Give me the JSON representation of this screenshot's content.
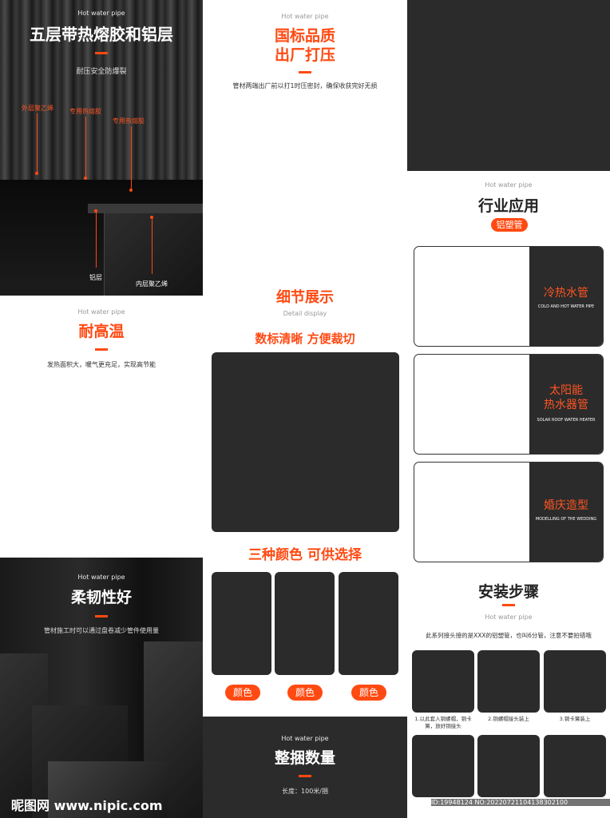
{
  "colors": {
    "accent": "#ff4a12",
    "dark": "#111111",
    "block": "#2b2b2b"
  },
  "p1": {
    "en": "Hot water pipe",
    "title": "五层带热熔胶和铝层",
    "sub": "耐压安全防爆裂",
    "labels": [
      "外层聚乙烯",
      "专用热熔胶",
      "专用热熔胶",
      "铝层",
      "内层聚乙烯"
    ]
  },
  "p2": {
    "en": "Hot water pipe",
    "title": "耐高温",
    "desc": "发热面积大，暖气更充足，实现高节能"
  },
  "p3": {
    "en": "Hot water pipe",
    "title": "柔韧性好",
    "desc": "管材施工时可以通过盘卷减少管件使用量"
  },
  "p4": {
    "en": "Hot water pipe",
    "title_line1": "国标品质",
    "title_line2": "出厂打压",
    "desc": "管材两端出厂前以打1时压密封，确保收获完好无损"
  },
  "p5": {
    "title": "细节展示",
    "en": "Detail display",
    "sub": "数标清晰 方便裁切",
    "colors_title": "三种颜色 可供选择",
    "color_labels": [
      "颜色",
      "颜色",
      "颜色"
    ]
  },
  "p6": {
    "en": "Hot water pipe",
    "title": "整捆数量",
    "desc": "长度：100米/捆"
  },
  "p7": {
    "en": "Hot water pipe",
    "title": "行业应用",
    "pill": "铝塑管",
    "cards": [
      {
        "cn1": "冷热水管",
        "cn2": "",
        "en": "COLD AND HOT WATER PIPE"
      },
      {
        "cn1": "太阳能",
        "cn2": "热水器管",
        "en": "SOLAR ROOF WATER HEATER"
      },
      {
        "cn1": "婚庆造型",
        "cn2": "",
        "en": "MODELLING OF THE WEDDING"
      }
    ]
  },
  "p8": {
    "title": "安装步骤",
    "en": "Hot water pipe",
    "desc": "此系列接头接的是XXX的铝塑管，也叫6分管，注意不要拍错哦",
    "steps": [
      "1.以此套入铜螺帽，铜卡簧，放好铜接头",
      "2.铜螺帽接头装上",
      "3.铜卡簧装上"
    ]
  },
  "watermark": {
    "logo": "昵图网 www.nipic.com",
    "id": "ID:19948124 NO:20220721104138302100"
  }
}
